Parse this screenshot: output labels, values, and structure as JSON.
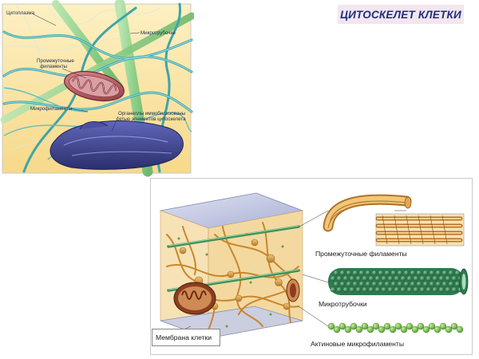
{
  "title": "ЦИТОСКЕЛЕТ КЛЕТКИ",
  "top_panel": {
    "labels": {
      "cytoplasm": "Цитоплазма",
      "microtubules": "Микротрубочки",
      "intermediate_1": "Промежуточные",
      "intermediate_2": "филаменты",
      "microfilaments": "Микрофиламенты",
      "organelles_1": "Органеллы иммобилизованы",
      "organelles_2": "сетью элементов цитоскелета"
    }
  },
  "bottom_panel": {
    "labels": {
      "intermediate_filaments": "Промежуточные филаменты",
      "microtubules": "Микротрубочки",
      "actin_microfilaments": "Актиновые микрофиламенты",
      "cell_membrane": "Мембрана клетки"
    }
  },
  "colors": {
    "cytoplasm_bg": "#fbe7a6",
    "filament_teal": "#4fb3b8",
    "microtubule_green": "#8fd08a",
    "mitochondrion": "#b5525a",
    "nucleus_purple": "#3b3f8a",
    "membrane_blue": "#c7cde6",
    "intermediate_tan": "#d69a3a",
    "microtubule_dark": "#2f7a4f",
    "actin_green": "#6fbf4a",
    "title_color": "#1f2f7a",
    "title_bg": "#f3e6ef"
  }
}
